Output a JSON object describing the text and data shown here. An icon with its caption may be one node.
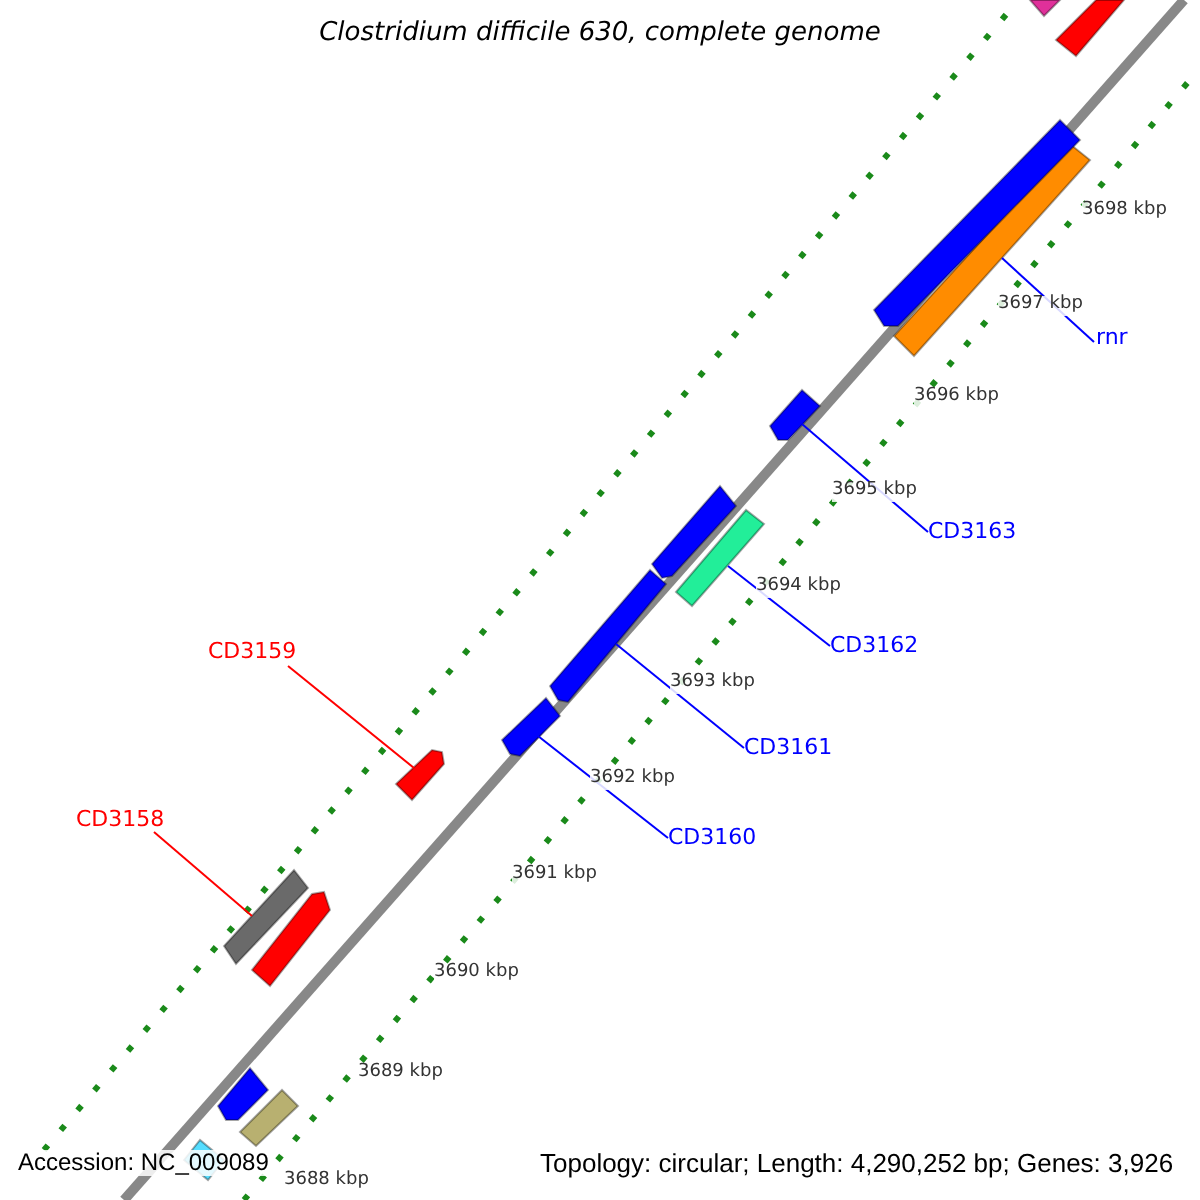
{
  "diagram": {
    "title": "Clostridium difficile 630, complete genome",
    "nodes": [
      {
        "text": [
          "rnr"
        ]
      },
      {
        "text": [],
        "shape": "bar"
      },
      {
        "text": [
          "CD3163"
        ]
      },
      {
        "text": [],
        "shape": "bar"
      },
      {
        "text": [
          "CD3162"
        ]
      },
      {
        "text": [],
        "shape": "bar"
      },
      {
        "text": [
          "CD3159"
        ]
      },
      {
        "text": [],
        "shape": "bar"
      },
      {
        "text": [
          "CD3161"
        ]
      },
      {
        "text": [],
        "shape": "bar"
      },
      {
        "text": [
          "CD3160"
        ]
      },
      {
        "text": [],
        "shape": "bar"
      },
      {
        "text": [
          "CD3158"
        ]
      },
      {
        "text": [],
        "shape": "bar"
      },
      {
        "text": [],
        "shape": "bar"
      },
      {
        "text": [],
        "shape": "bar"
      },
      {
        "text": [],
        "shape": "bar"
      },
      {
        "text": [],
        "shape": "bar"
      },
      {
        "text": [],
        "shape": "bar"
      },
      {
        "text": [],
        "shape": "bar"
      },
      {
        "text": [],
        "shape": "bar"
      },
      {
        "text": [],
        "shape": "bar"
      }
    ],
    "edges": [
      {
        "from": 0,
        "to": 1,
        "arrow": "none"
      },
      {
        "from": 2,
        "to": 3,
        "arrow": "none"
      },
      {
        "from": 4,
        "to": 5,
        "arrow": "none"
      },
      {
        "from": 6,
        "to": 7,
        "arrow": "none",
        "color": "#ff0000"
      },
      {
        "from": 8,
        "to": 9,
        "arrow": "none"
      },
      {
        "from": 10,
        "to": 11,
        "arrow": "none"
      },
      {
        "from": 12,
        "to": 13,
        "arrow": "none",
        "color": "#ff0000"
      }
    ],
    "labels": [
      "3698 kbp",
      "3697 kbp",
      "3696 kbp",
      "3695 kbp",
      "3694 kbp",
      "3693 kbp",
      "3692 kbp",
      "3691 kbp",
      "3690 kbp",
      "3689 kbp",
      "3688 kbp",
      "Accession: NC_009089",
      "Topology: circular; Length: 4,290,252 bp; Genes: 3,926"
    ]
  }
}
